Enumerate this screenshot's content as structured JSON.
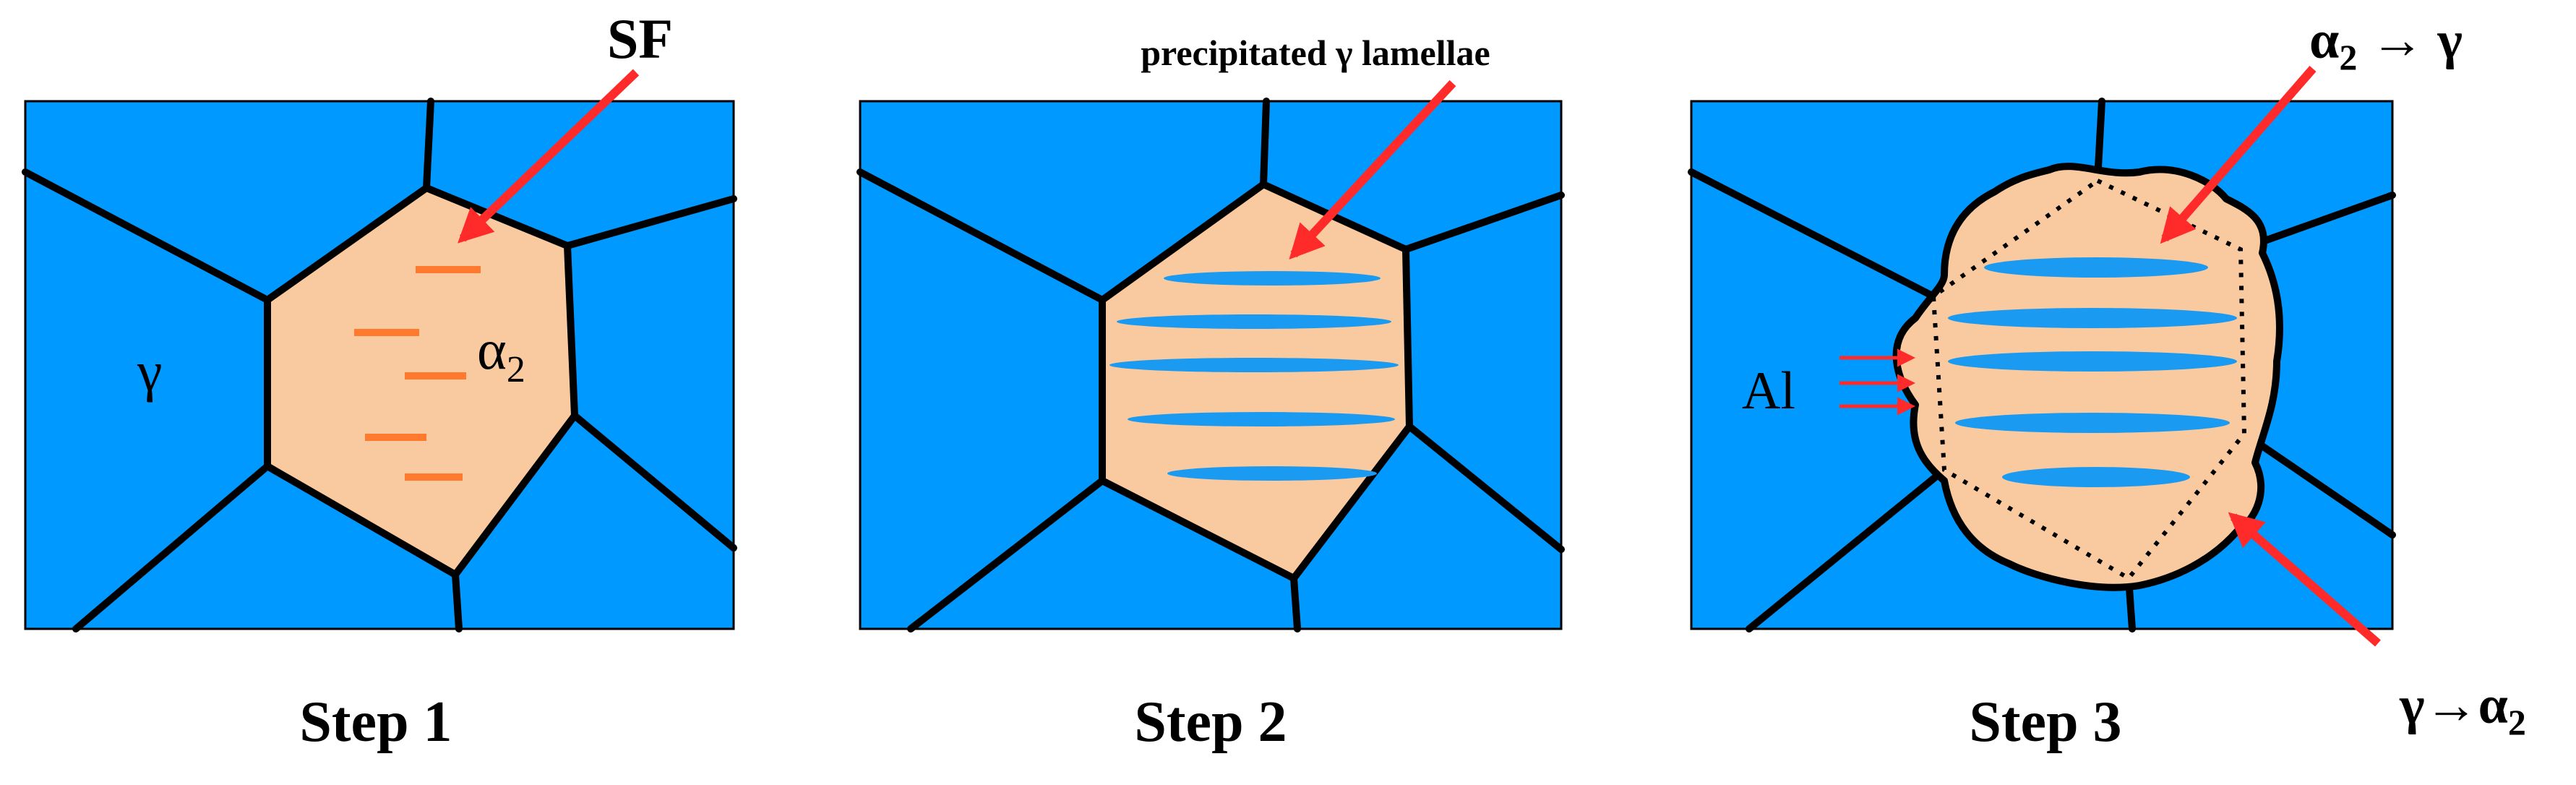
{
  "colors": {
    "gamma_phase": "#0099FF",
    "alpha2_phase": "#F9C9A0",
    "stacking_fault": "#FF7A2F",
    "gamma_lamellae": "#1A9AF0",
    "boundary": "#000000",
    "arrow": "#FF2A2A"
  },
  "panels": [
    {
      "caption": "Step 1",
      "labels": {
        "gamma": "γ",
        "alpha_base": "α",
        "alpha_sub": "2"
      },
      "annotation": "SF"
    },
    {
      "caption": "Step 2",
      "annotation": "precipitated γ lamellae"
    },
    {
      "caption": "Step 3",
      "labels": {
        "al": "Al"
      },
      "annotation_top": {
        "alpha_base": "α",
        "alpha_sub": "2",
        "arrow": " → γ"
      },
      "annotation_bottom": {
        "prefix": "γ→α",
        "alpha_sub": "2"
      }
    }
  ]
}
